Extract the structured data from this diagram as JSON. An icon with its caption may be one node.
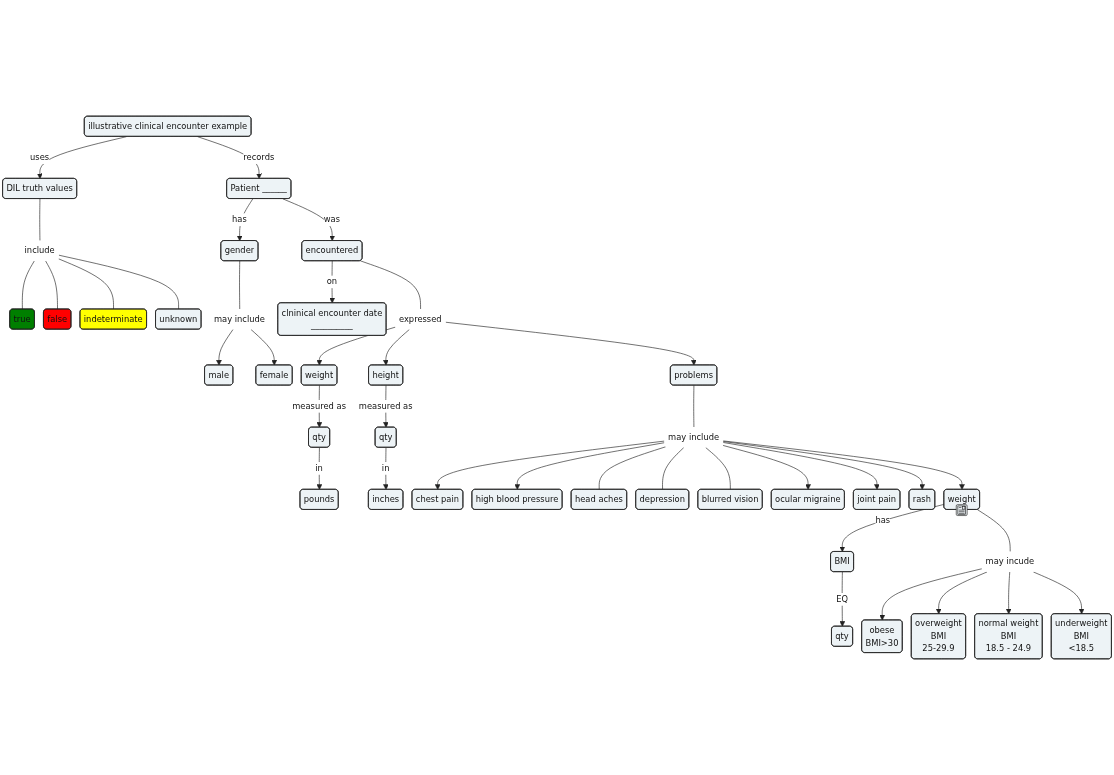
{
  "diagram": {
    "nodes": [
      {
        "text": [
          "illustrative clinical encounter example"
        ]
      },
      {
        "text": [
          "Patient ______"
        ]
      },
      {
        "text": [
          "DIL truth values"
        ]
      },
      {
        "text": [
          "gender"
        ]
      },
      {
        "text": [
          "encountered"
        ]
      },
      {
        "text": [
          "include"
        ]
      },
      {
        "text": [
          "true"
        ]
      },
      {
        "text": [
          "false"
        ]
      },
      {
        "text": [
          "indeterminate"
        ]
      },
      {
        "text": [
          "unknown"
        ]
      },
      {
        "text": [
          "may include"
        ]
      },
      {
        "text": [
          "male"
        ]
      },
      {
        "text": [
          "female"
        ]
      },
      {
        "text": [
          "expressed"
        ]
      },
      {
        "text": [
          "weight"
        ]
      },
      {
        "text": [
          "height"
        ]
      },
      {
        "text": [
          "clninical encounter date __________"
        ]
      },
      {
        "text": [
          "qty"
        ]
      },
      {
        "text": [
          "qty"
        ]
      },
      {
        "text": [
          "problems"
        ]
      },
      {
        "text": [
          "pounds"
        ]
      },
      {
        "text": [
          "inches"
        ]
      },
      {
        "text": [
          "may include"
        ]
      },
      {
        "text": [
          "chest pain"
        ]
      },
      {
        "text": [
          "high blood pressure"
        ]
      },
      {
        "text": [
          "head aches"
        ]
      },
      {
        "text": [
          "depression"
        ]
      },
      {
        "text": [
          "blurred vision"
        ]
      },
      {
        "text": [
          "ocular migraine"
        ]
      },
      {
        "text": [
          "joint pain"
        ]
      },
      {
        "text": [
          "rash"
        ]
      },
      {
        "text": [
          "weight"
        ]
      },
      {
        "text": [
          "BMI"
        ]
      },
      {
        "text": [
          "qty"
        ]
      },
      {
        "text": [
          "may incude"
        ]
      },
      {
        "text": [
          "obese BMI>30"
        ]
      },
      {
        "text": [
          "overweight BMI 25-29.9"
        ]
      },
      {
        "text": [
          "normal weight BMI 18.5 - 24.9"
        ]
      },
      {
        "text": [
          "underweight BMI <18.5"
        ]
      }
    ],
    "edges": [
      {
        "from": 0,
        "to": 1,
        "arrow": "to",
        "label": "records"
      },
      {
        "from": 0,
        "to": 2,
        "arrow": "to",
        "label": "uses"
      },
      {
        "from": 1,
        "to": 3,
        "arrow": "to",
        "label": "has"
      },
      {
        "from": 1,
        "to": 4,
        "arrow": "to",
        "label": "was"
      },
      {
        "from": 2,
        "to": 5,
        "arrow": "none"
      },
      {
        "from": 5,
        "to": 6,
        "arrow": "none"
      },
      {
        "from": 5,
        "to": 7,
        "arrow": "none"
      },
      {
        "from": 5,
        "to": 8,
        "arrow": "none"
      },
      {
        "from": 5,
        "to": 9,
        "arrow": "none"
      },
      {
        "from": 3,
        "to": 10,
        "arrow": "none"
      },
      {
        "from": 10,
        "to": 11,
        "arrow": "to"
      },
      {
        "from": 10,
        "to": 12,
        "arrow": "to"
      },
      {
        "from": 4,
        "to": 16,
        "arrow": "to",
        "label": "on"
      },
      {
        "from": 4,
        "to": 13,
        "arrow": "none"
      },
      {
        "from": 13,
        "to": 19,
        "arrow": "to"
      },
      {
        "from": 13,
        "to": 14,
        "arrow": "to"
      },
      {
        "from": 13,
        "to": 15,
        "arrow": "to"
      },
      {
        "from": 14,
        "to": 17,
        "arrow": "to",
        "label": "measured as"
      },
      {
        "from": 15,
        "to": 18,
        "arrow": "to",
        "label": "measured as"
      },
      {
        "from": 17,
        "to": 20,
        "arrow": "to",
        "label": "in"
      },
      {
        "from": 18,
        "to": 21,
        "arrow": "to",
        "label": "in"
      },
      {
        "from": 19,
        "to": 22,
        "arrow": "none"
      },
      {
        "from": 22,
        "to": 23,
        "arrow": "to"
      },
      {
        "from": 22,
        "to": 24,
        "arrow": "to"
      },
      {
        "from": 22,
        "to": 25,
        "arrow": "none"
      },
      {
        "from": 22,
        "to": 26,
        "arrow": "none"
      },
      {
        "from": 22,
        "to": 27,
        "arrow": "none"
      },
      {
        "from": 22,
        "to": 28,
        "arrow": "to"
      },
      {
        "from": 22,
        "to": 29,
        "arrow": "to"
      },
      {
        "from": 22,
        "to": 30,
        "arrow": "to"
      },
      {
        "from": 22,
        "to": 31,
        "arrow": "to"
      },
      {
        "from": 31,
        "to": 32,
        "arrow": "to",
        "label": "has"
      },
      {
        "from": 32,
        "to": 33,
        "arrow": "to",
        "label": "EQ"
      },
      {
        "from": 31,
        "to": 34,
        "arrow": "none"
      },
      {
        "from": 34,
        "to": 35,
        "arrow": "to"
      },
      {
        "from": 34,
        "to": 36,
        "arrow": "to"
      },
      {
        "from": 34,
        "to": 37,
        "arrow": "to"
      },
      {
        "from": 34,
        "to": 38,
        "arrow": "to"
      }
    ]
  }
}
